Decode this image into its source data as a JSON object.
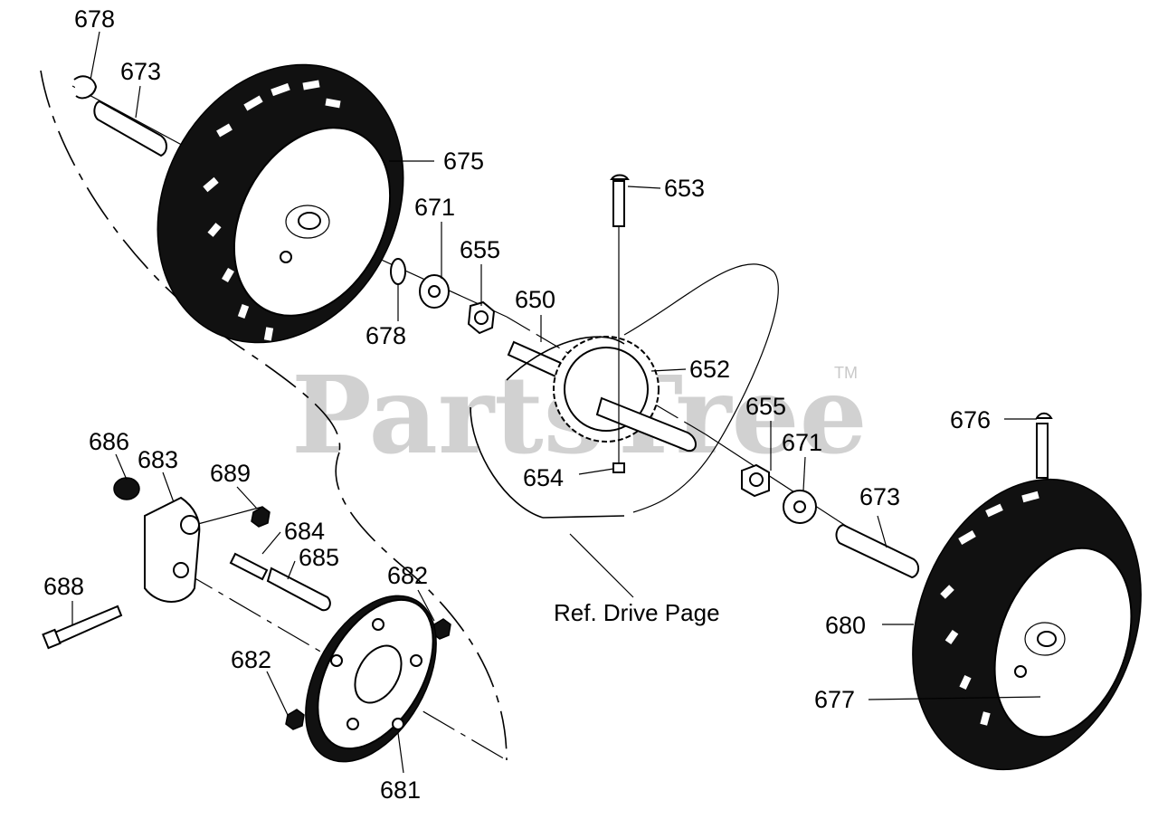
{
  "watermark": {
    "text": "PartsTree",
    "trademark": "TM"
  },
  "reference_label": "Ref. Drive Page",
  "callouts": {
    "c678a": "678",
    "c673a": "673",
    "c675": "675",
    "c671a": "671",
    "c655a": "655",
    "c653": "653",
    "c678b": "678",
    "c650": "650",
    "c652": "652",
    "c655b": "655",
    "c671b": "671",
    "c676": "676",
    "c654": "654",
    "c673b": "673",
    "c686": "686",
    "c683": "683",
    "c689": "689",
    "c684": "684",
    "c685": "685",
    "c682a": "682",
    "c688": "688",
    "c680": "680",
    "c682b": "682",
    "c677": "677",
    "c681": "681"
  }
}
